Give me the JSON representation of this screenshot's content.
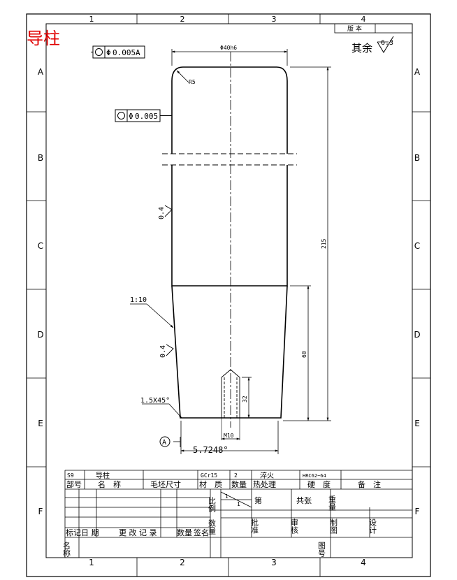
{
  "part_title": "导柱",
  "version_label": "版 本",
  "roughness_default": {
    "label": "其余",
    "value": "6.3"
  },
  "columns": [
    "1",
    "2",
    "3",
    "4"
  ],
  "rows": [
    "A",
    "B",
    "C",
    "D",
    "E",
    "F"
  ],
  "tolerances": {
    "top": {
      "value": "0.005",
      "datum": "A"
    },
    "mid": {
      "value": "0.005"
    }
  },
  "dimensions": {
    "diameter": "Φ40h6",
    "radius": "R5",
    "length_total": "215",
    "length_taper": "60",
    "thread_depth": "32",
    "thread": "M10",
    "bottom_angle": "5.7248°",
    "taper": "1:10",
    "chamfer": "1.5X45°",
    "roughness_upper": "0.4",
    "roughness_lower": "0.4",
    "datum_symbol": "A"
  },
  "bom": {
    "headers": [
      "部号",
      "名　称",
      "毛坯尺寸",
      "材　质",
      "数量",
      "热处理",
      "硬　度",
      "备　注"
    ],
    "row": {
      "part_no": "S9",
      "name": "导柱",
      "material": "GCr15",
      "qty": "2",
      "heat": "淬火",
      "hardness": "HRC62~64"
    }
  },
  "title_block": {
    "scale_label": "比例",
    "scale_top": "1",
    "scale_bottom": "1",
    "sheet_prefix": "第",
    "sheet_suffix": "共张",
    "weight_label": "重量",
    "draw_label": "制图",
    "design_label": "设计",
    "qty_label": "数量",
    "approve_label": "批准",
    "review_label": "审核",
    "part_name_label": "名称",
    "drawing_no_label": "图号",
    "revision_headers": [
      "标记",
      "日 期",
      "更 改 记 录",
      "数量",
      "签名"
    ]
  }
}
